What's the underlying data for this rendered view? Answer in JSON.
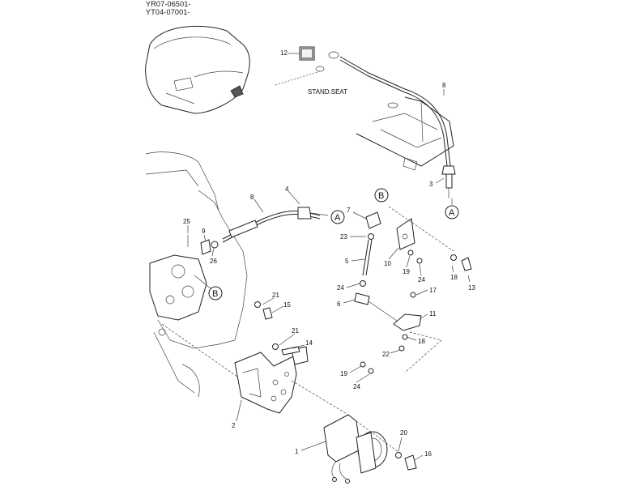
{
  "header": {
    "line1": "YR07-06501-",
    "line2": "YT04-07001-"
  },
  "callouts": [
    {
      "id": "c12",
      "text": "12"
    },
    {
      "id": "c8a",
      "text": "8"
    },
    {
      "id": "c3",
      "text": "3"
    },
    {
      "id": "c8b",
      "text": "8"
    },
    {
      "id": "c4",
      "text": "4"
    },
    {
      "id": "c7",
      "text": "7"
    },
    {
      "id": "c23",
      "text": "23"
    },
    {
      "id": "c10",
      "text": "10"
    },
    {
      "id": "c19a",
      "text": "19"
    },
    {
      "id": "c24a",
      "text": "24"
    },
    {
      "id": "c5",
      "text": "5"
    },
    {
      "id": "c24b",
      "text": "24"
    },
    {
      "id": "c6",
      "text": "6"
    },
    {
      "id": "c18a",
      "text": "18"
    },
    {
      "id": "c13",
      "text": "13"
    },
    {
      "id": "c17",
      "text": "17"
    },
    {
      "id": "c11",
      "text": "11"
    },
    {
      "id": "c18b",
      "text": "18"
    },
    {
      "id": "c22",
      "text": "22"
    },
    {
      "id": "c19b",
      "text": "19"
    },
    {
      "id": "c24c",
      "text": "24"
    },
    {
      "id": "c25",
      "text": "25"
    },
    {
      "id": "c9",
      "text": "9"
    },
    {
      "id": "c26",
      "text": "26"
    },
    {
      "id": "c21a",
      "text": "21"
    },
    {
      "id": "c15",
      "text": "15"
    },
    {
      "id": "c21b",
      "text": "21"
    },
    {
      "id": "c14",
      "text": "14"
    },
    {
      "id": "c2",
      "text": "2"
    },
    {
      "id": "c1",
      "text": "1"
    },
    {
      "id": "c20",
      "text": "20"
    },
    {
      "id": "c16",
      "text": "16"
    }
  ],
  "refs": {
    "a_top": "A",
    "a_mid": "A",
    "b_right": "B",
    "b_left": "B"
  },
  "notes": {
    "stand_seat": "STAND.SEAT"
  }
}
